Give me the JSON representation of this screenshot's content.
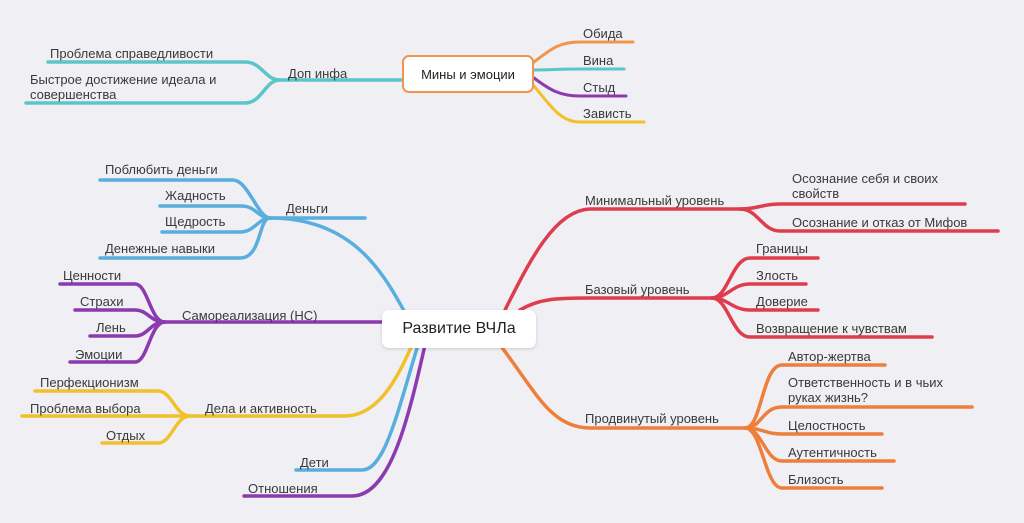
{
  "colors": {
    "background": "#efeff4",
    "blue": "#5aaede",
    "purple": "#8c3ab0",
    "yellow": "#f2c02a",
    "red": "#dd3d4d",
    "orange": "#ee7f3a",
    "teal": "#5bc6c9",
    "light_orange": "#f0954b"
  },
  "center": "Развитие ВЧЛа",
  "top": {
    "box": "Мины и эмоции",
    "dop": "Доп инфа",
    "dop_items": [
      "Проблема справедливости",
      "Быстрое достижение идеала и совершенства"
    ],
    "emotions": [
      "Обида",
      "Вина",
      "Стыд",
      "Зависть"
    ]
  },
  "left": {
    "money": {
      "label": "Деньги",
      "items": [
        "Поблюбить деньги",
        "Жадность",
        "Щедрость",
        "Денежные навыки"
      ]
    },
    "self": {
      "label": "Самореализация (НС)",
      "items": [
        "Ценности",
        "Страхи",
        "Лень",
        "Эмоции"
      ]
    },
    "deeds": {
      "label": "Дела и активность",
      "items": [
        "Перфекционизм",
        "Проблема выбора",
        "Отдых"
      ]
    },
    "kids": "Дети",
    "relations": "Отношения"
  },
  "right": {
    "minimal": {
      "label": "Минимальный уровень",
      "items": [
        "Осознание себя и своих свойств",
        "Осознание и отказ от Мифов"
      ]
    },
    "basic": {
      "label": "Базовый уровень",
      "items": [
        "Границы",
        "Злость",
        "Доверие",
        "Возвращение к чувствам"
      ]
    },
    "advanced": {
      "label": "Продвинутый уровень",
      "items": [
        "Автор-жертва",
        "Ответственность и в чьих руках жизнь?",
        "Целостность",
        "Аутентичность",
        "Близость"
      ]
    }
  }
}
